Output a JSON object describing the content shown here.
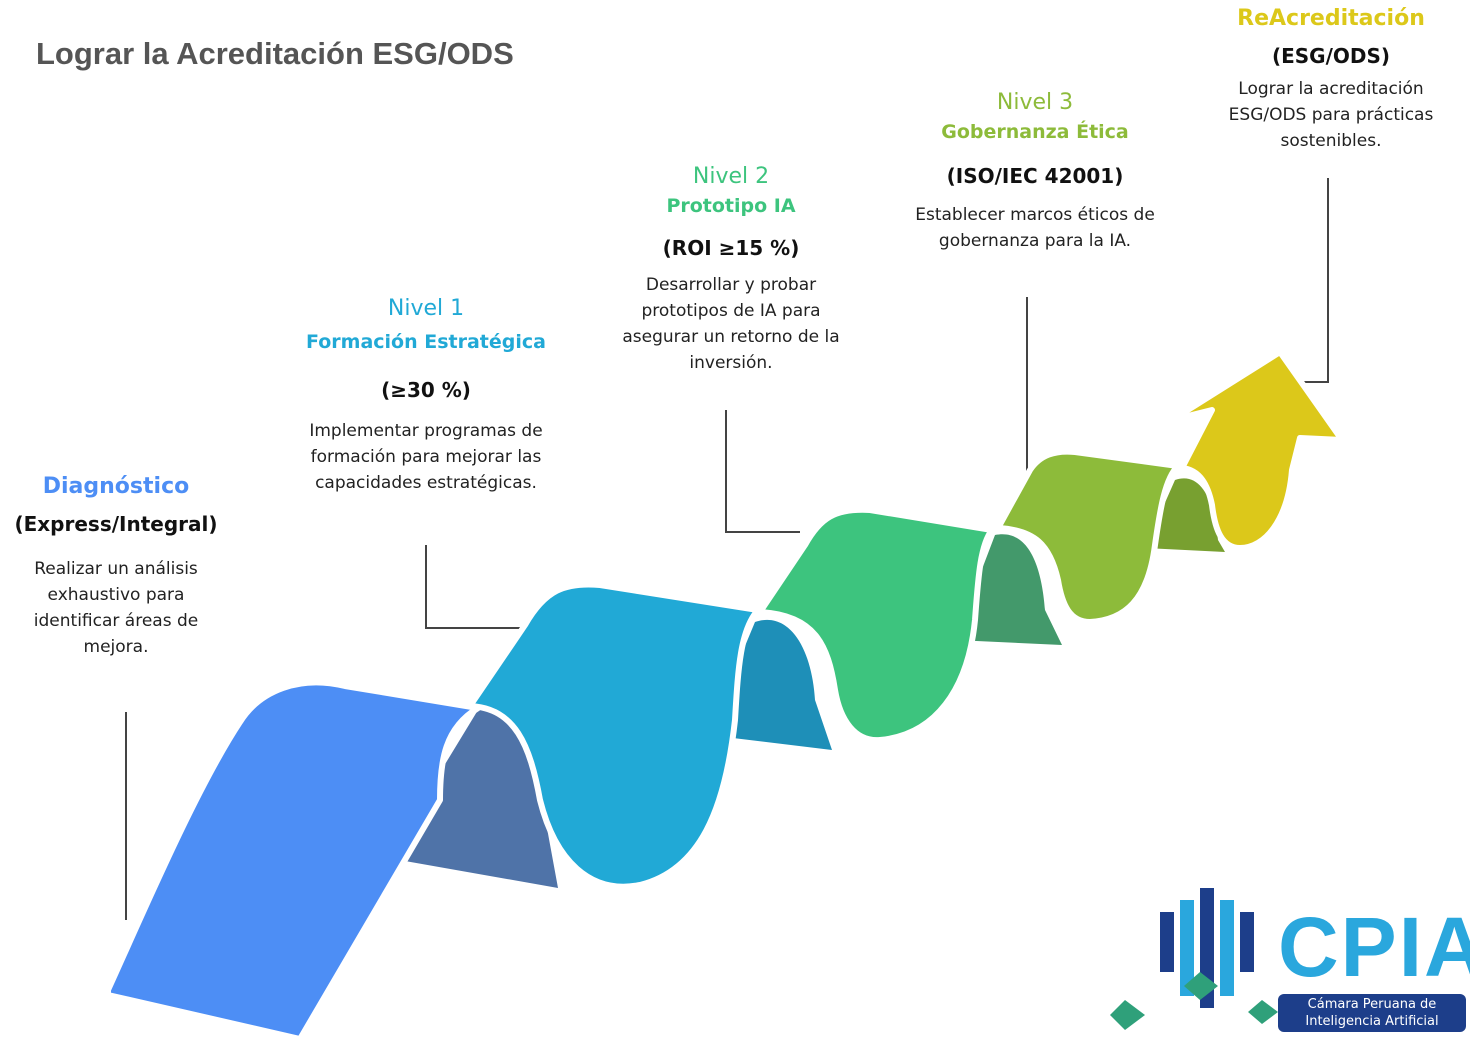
{
  "title": "Lograr la Acreditación ESG/ODS",
  "colors": {
    "diagnostico": "#4d8ef5",
    "nivel1": "#21a9d6",
    "nivel2": "#3dc47e",
    "nivel3": "#8dbb3a",
    "reacreditacion": "#dcc81a",
    "title": "#555555"
  },
  "steps": [
    {
      "heading": "Diagnóstico",
      "subtitle": "",
      "criterion": "(Express/Integral)",
      "description": "Realizar un análisis exhaustivo para identificar áreas de mejora."
    },
    {
      "heading": "Nivel 1",
      "subtitle": "Formación Estratégica",
      "criterion": "(≥30 %)",
      "description": "Implementar programas de formación para mejorar las capacidades estratégicas."
    },
    {
      "heading": "Nivel 2",
      "subtitle": "Prototipo IA",
      "criterion": "(ROI ≥15 %)",
      "description": "Desarrollar y probar prototipos de IA para asegurar un retorno de la inversión."
    },
    {
      "heading": "Nivel 3",
      "subtitle": "Gobernanza Ética",
      "criterion": "(ISO/IEC 42001)",
      "description": "Establecer marcos éticos de gobernanza para la IA."
    },
    {
      "heading": "ReAcreditación",
      "subtitle": "",
      "criterion": "(ESG/ODS)",
      "description": "Lograr la acreditación ESG/ODS para prácticas sostenibles."
    }
  ],
  "logo": {
    "name": "CPIA",
    "line1": "Cámara Peruana de",
    "line2": "Inteligencia Artificial"
  }
}
